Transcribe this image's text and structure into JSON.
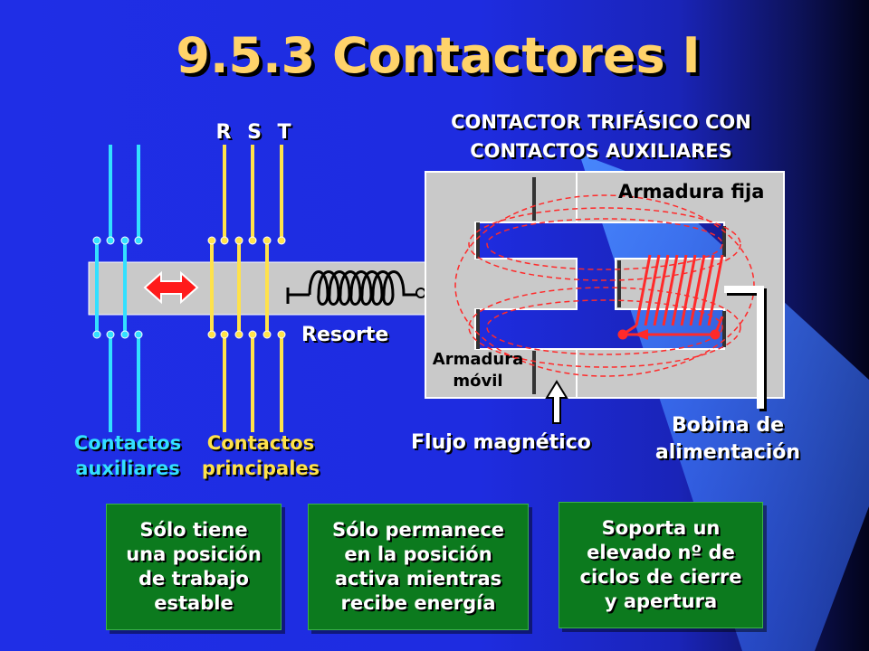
{
  "title": "9.5.3 Contactores I",
  "diagram_title_line1": "CONTACTOR TRIFÁSICO CON",
  "diagram_title_line2": "CONTACTOS AUXILIARES",
  "phase_labels": [
    "R",
    "S",
    "T"
  ],
  "labels": {
    "armadura_fija": "Armadura fija",
    "armadura_movil_1": "Armadura",
    "armadura_movil_2": "móvil",
    "resorte": "Resorte",
    "flujo": "Flujo magnético",
    "bobina_1": "Bobina de",
    "bobina_2": "alimentación",
    "aux_1": "Contactos",
    "aux_2": "auxiliares",
    "main_1": "Contactos",
    "main_2": "principales"
  },
  "notes": [
    [
      "Sólo tiene",
      "una posición",
      "de trabajo",
      "estable"
    ],
    [
      "Sólo permanece",
      "en la posición",
      "activa mientras",
      "recibe energía"
    ],
    [
      "Soporta un",
      "elevado nº de",
      "ciclos de cierre",
      "y apertura"
    ]
  ],
  "colors": {
    "background": "#1f2ee6",
    "title": "#ffd36a",
    "aux_contacts": "#33e0ff",
    "main_contacts": "#ffe24a",
    "coil": "#ff2a2a",
    "note_box": "#0c7a1e"
  }
}
